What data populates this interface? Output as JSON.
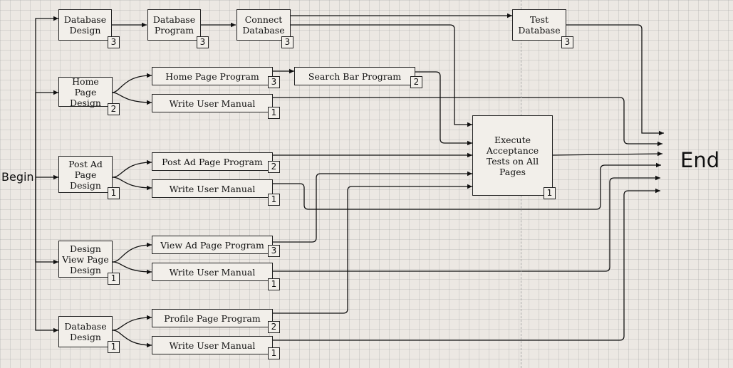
{
  "begin_label": "Begin",
  "end_label": "End",
  "tasks": {
    "db_design_1": {
      "label": "Database Design",
      "duration": "3"
    },
    "db_program": {
      "label": "Database Program",
      "duration": "3"
    },
    "connect_db": {
      "label": "Connect Database",
      "duration": "3"
    },
    "test_db": {
      "label": "Test Database",
      "duration": "3"
    },
    "home_design": {
      "label": "Home Page Design",
      "duration": "2"
    },
    "home_program": {
      "label": "Home Page Program",
      "duration": "3"
    },
    "search_bar": {
      "label": "Search Bar Program",
      "duration": "2"
    },
    "home_manual": {
      "label": "Write User Manual",
      "duration": "1"
    },
    "post_design": {
      "label": "Post Ad Page Design",
      "duration": "1"
    },
    "post_program": {
      "label": "Post Ad Page Program",
      "duration": "2"
    },
    "post_manual": {
      "label": "Write User Manual",
      "duration": "1"
    },
    "view_design": {
      "label": "Design View Page Design",
      "duration": "1"
    },
    "view_program": {
      "label": "View Ad Page Program",
      "duration": "3"
    },
    "view_manual": {
      "label": "Write User Manual",
      "duration": "1"
    },
    "db_design_2": {
      "label": "Database Design",
      "duration": "1"
    },
    "profile_program": {
      "label": "Profile Page Program",
      "duration": "2"
    },
    "profile_manual": {
      "label": "Write User Manual",
      "duration": "1"
    },
    "acceptance": {
      "label": "Execute Acceptance Tests on All Pages",
      "duration": "1"
    }
  }
}
